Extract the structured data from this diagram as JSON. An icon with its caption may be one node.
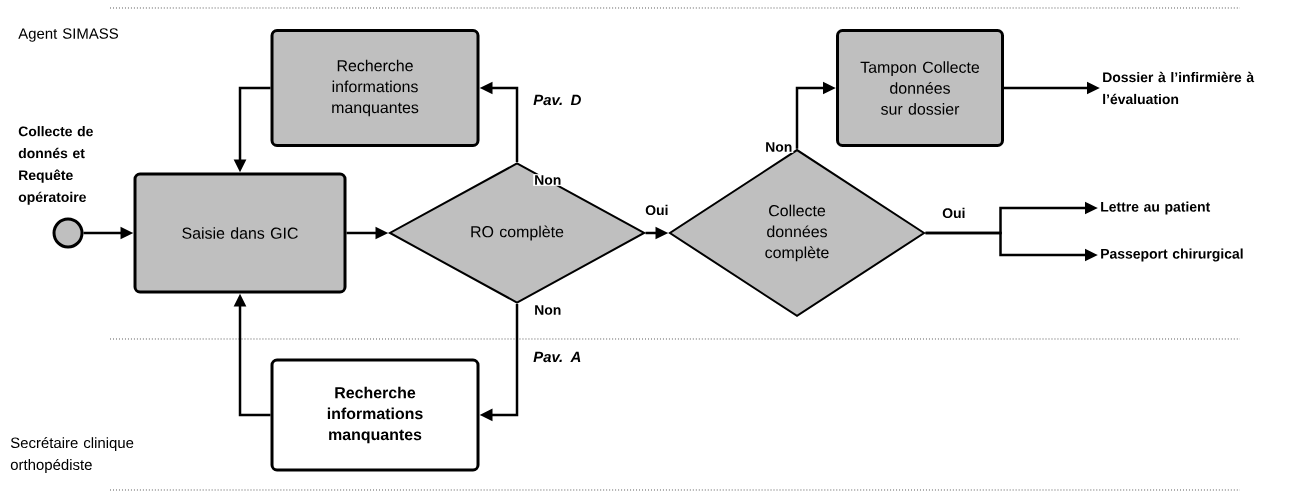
{
  "diagram": {
    "nodes": [
      {
        "text": [],
        "shape": "circle",
        "beside": [
          "Collecte de donnés et Requête opératoire"
        ]
      },
      {
        "text": [
          "Saisie dans GIC"
        ]
      },
      {
        "text": [
          "Recherche informations manquantes"
        ]
      },
      {
        "text": [
          "RO complète"
        ]
      },
      {
        "text": [
          "Collecte données complète"
        ]
      },
      {
        "text": [
          "Tampon Collecte données sur dossier"
        ]
      },
      {
        "text": [
          "Dossier à l’infirmière à l’évaluation"
        ]
      },
      {
        "text": [
          "Lettre au patient"
        ]
      },
      {
        "text": [
          "Passeport chirurgical"
        ]
      },
      {
        "text": [
          "Recherche informations manquantes"
        ]
      }
    ],
    "edges": [
      {
        "from": 0,
        "to": 1,
        "arrow": "to"
      },
      {
        "from": 1,
        "to": 3,
        "arrow": "to"
      },
      {
        "from": 3,
        "to": 2,
        "arrow": "to",
        "label": "Non"
      },
      {
        "from": 2,
        "to": 1,
        "arrow": "to"
      },
      {
        "from": 3,
        "to": 9,
        "arrow": "to",
        "label": "Non"
      },
      {
        "from": 9,
        "to": 1,
        "arrow": "to"
      },
      {
        "from": 3,
        "to": 4,
        "arrow": "to",
        "label": "Oui"
      },
      {
        "from": 4,
        "to": 5,
        "arrow": "to",
        "label": "Non"
      },
      {
        "from": 5,
        "to": 6,
        "arrow": "to"
      },
      {
        "from": 4,
        "to": 7,
        "arrow": "to",
        "label": "Oui"
      },
      {
        "from": 4,
        "to": 8,
        "arrow": "to"
      }
    ],
    "labels": [
      "Agent SIMASS",
      "Pav. D",
      "Pav. A",
      "Secrétaire clinique orthopédiste"
    ]
  }
}
